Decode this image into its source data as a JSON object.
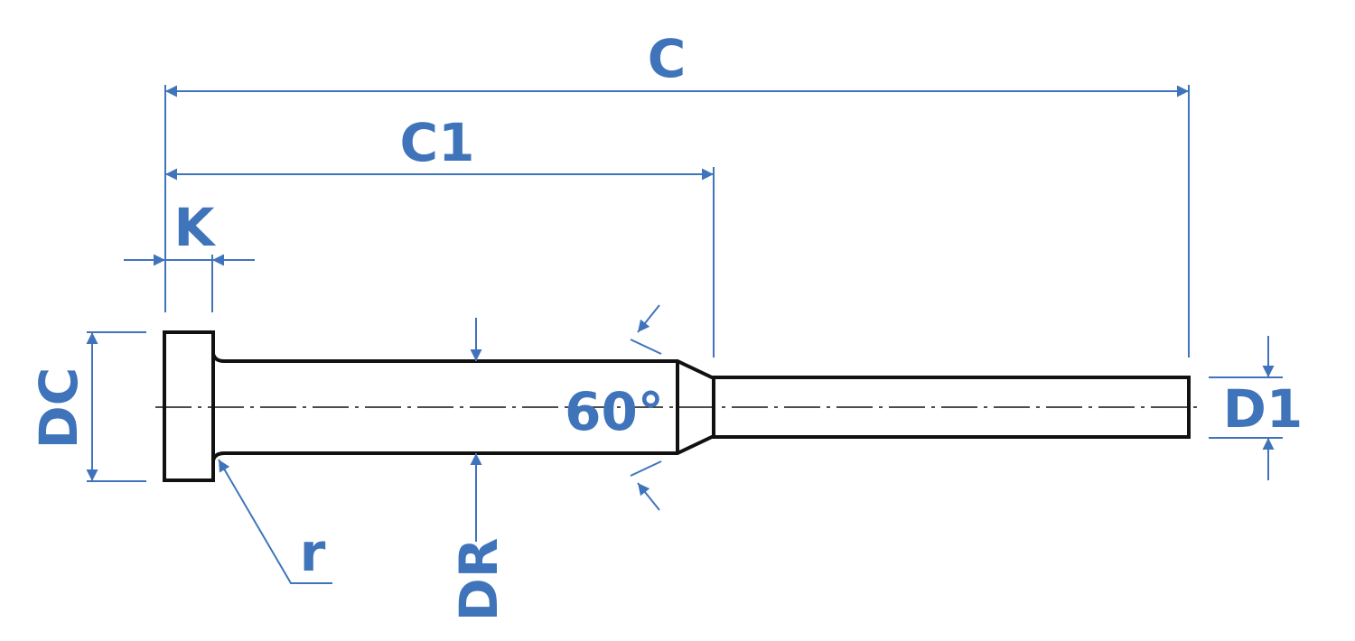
{
  "colors": {
    "dimension": "#3f74bb",
    "outline": "#111111",
    "background": "#ffffff"
  },
  "labels": {
    "overall_length": "C",
    "body_length": "C1",
    "head_thickness": "K",
    "head_diameter": "DC",
    "body_diameter": "DR",
    "tip_diameter": "D1",
    "fillet_radius": "r",
    "taper_angle": "60°"
  }
}
